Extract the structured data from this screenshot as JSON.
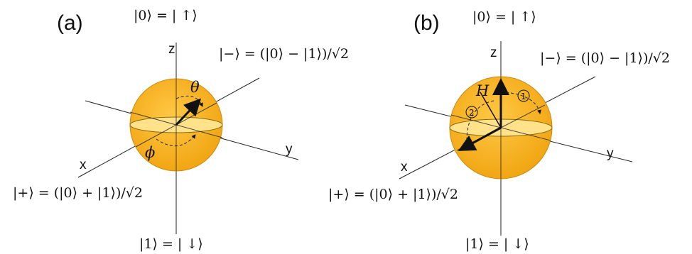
{
  "panels": [
    {
      "label": "(a)",
      "axes": {
        "x": "x",
        "y": "y",
        "z": "z"
      },
      "states": {
        "top": "|0⟩ = | ↑⟩",
        "bottom": "|1⟩ = | ↓⟩",
        "minus": "|−⟩ = (|0⟩ − |1⟩)/√2",
        "plus": "|+⟩ = (|0⟩ + |1⟩)/√2"
      },
      "angles": {
        "theta": "θ",
        "phi": "ϕ"
      }
    },
    {
      "label": "(b)",
      "axes": {
        "x": "x",
        "y": "y",
        "z": "z"
      },
      "states": {
        "top": "|0⟩ = | ↑⟩",
        "bottom": "|1⟩ = | ↓⟩",
        "minus": "|−⟩ = (|0⟩ − |1⟩)/√2",
        "plus": "|+⟩ = (|0⟩ + |1⟩)/√2"
      },
      "vector_label": "H",
      "steps": [
        "1",
        "2"
      ]
    }
  ],
  "colors": {
    "sphere": "#F5AE1B",
    "sphere_edge": "#C98A10",
    "equator": "#FFE28A"
  }
}
